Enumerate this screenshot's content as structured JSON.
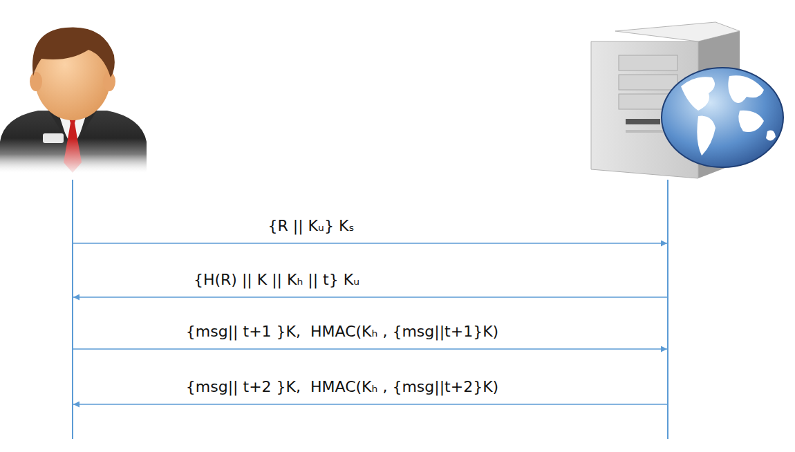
{
  "diagram": {
    "labels": [
      "{R || Kᵤ} Kₛ",
      "{H(R) || K || Kₕ || t} Kᵤ",
      "{msg|| t+1 }K,  HMAC(Kₕ , {msg||t+1}K)",
      "{msg|| t+2 }K,  HMAC(Kₕ , {msg||t+2}K)"
    ]
  }
}
